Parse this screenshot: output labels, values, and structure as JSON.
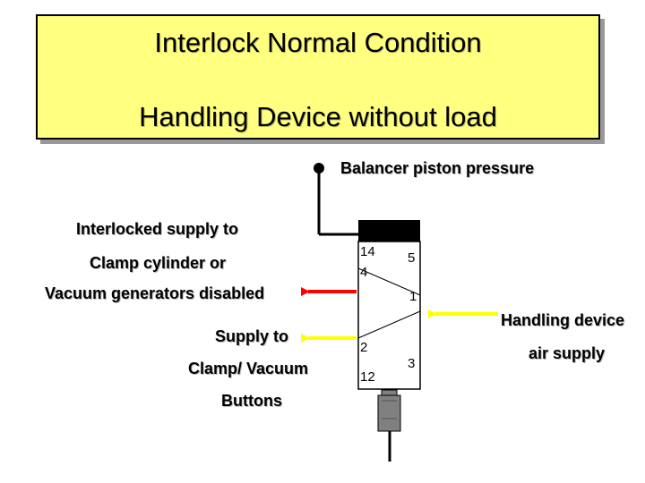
{
  "title": {
    "line1": "Interlock Normal Condition",
    "line2": "Handling Device without load"
  },
  "labels": {
    "balancer": "Balancer piston pressure",
    "interlocked_1": "Interlocked supply to",
    "interlocked_2": "Clamp cylinder or",
    "interlocked_3": "Vacuum generators disabled",
    "supply_1": "Supply to",
    "supply_2": "Clamp/ Vacuum",
    "supply_3": "Buttons",
    "handling_1": "Handling device",
    "handling_2": "air supply"
  },
  "ports": {
    "p14": "14",
    "p4": "4",
    "p5": "5",
    "p1": "1",
    "p2": "2",
    "p12": "12",
    "p3": "3"
  },
  "colors": {
    "title_bg": "#ffff80",
    "arrow_red": "#ff0000",
    "arrow_yellow": "#ffff00",
    "valve_cap": "#000000",
    "actuator": "#808080"
  }
}
